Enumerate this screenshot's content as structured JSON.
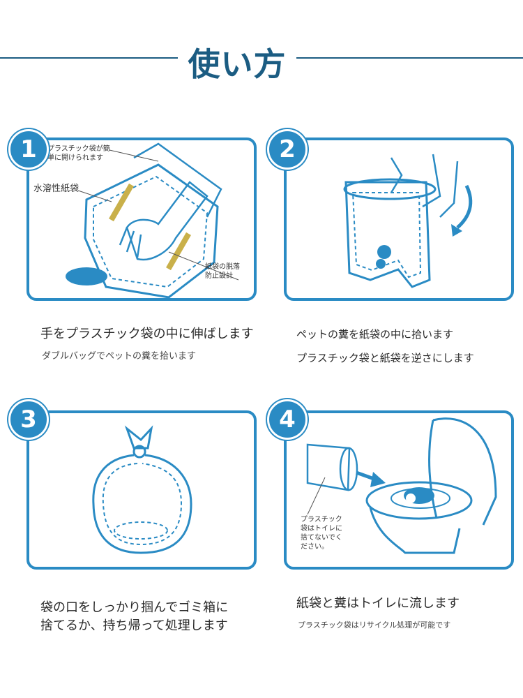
{
  "title": "使い方",
  "colors": {
    "accent": "#2a8bc4",
    "title": "#1b5c82",
    "sticker": "#c9b04a"
  },
  "steps": [
    {
      "number": "1",
      "labels": {
        "plastic_easy_open": [
          "プラスチック袋が簡",
          "単に開けられます"
        ],
        "water_soluble": "水溶性紙袋",
        "anti_slip": [
          "紙袋の脱落",
          "防止設計"
        ]
      },
      "caption_main": "手をプラスチック袋の中に伸ばします",
      "caption_sub": "ダブルバッグでペットの糞を拾います"
    },
    {
      "number": "2",
      "caption_main": "ペットの糞を紙袋の中に拾います",
      "caption_sub": "プラスチック袋と紙袋を逆さにします"
    },
    {
      "number": "3",
      "caption_lines": [
        "袋の口をしっかり掴んでゴミ箱に",
        "捨てるか、持ち帰って処理します"
      ]
    },
    {
      "number": "4",
      "labels": {
        "no_plastic": [
          "プラスチック",
          "袋はトイレに",
          "捨てないでく",
          "ださい。"
        ]
      },
      "caption_main": "紙袋と糞はトイレに流します",
      "caption_sub": "プラスチック袋はリサイクル処理が可能です"
    }
  ]
}
